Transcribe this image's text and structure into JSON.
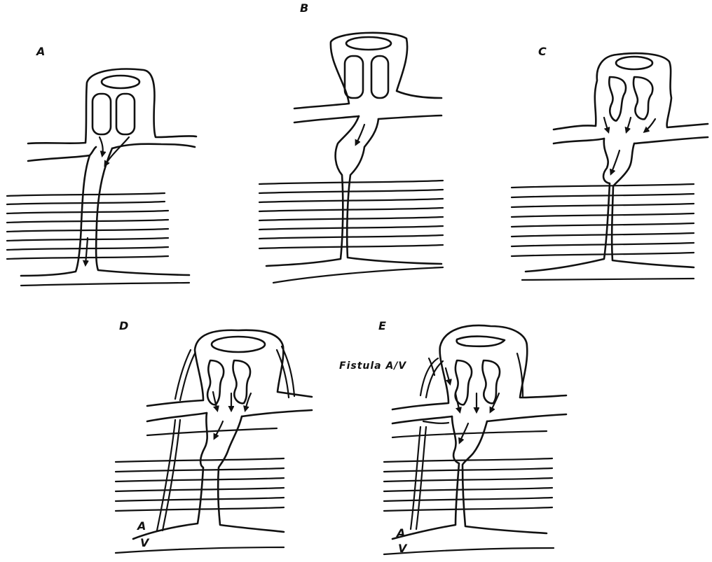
{
  "panels": [
    {
      "key": "A",
      "label": "A"
    },
    {
      "key": "B",
      "label": "B"
    },
    {
      "key": "C",
      "label": "C"
    },
    {
      "key": "D",
      "label": "D"
    },
    {
      "key": "E",
      "label": "E"
    }
  ],
  "annotations": {
    "fistula": "Fistula A/V",
    "d_artery": "A",
    "d_vein": "V",
    "e_artery": "A",
    "e_vein": "V"
  }
}
